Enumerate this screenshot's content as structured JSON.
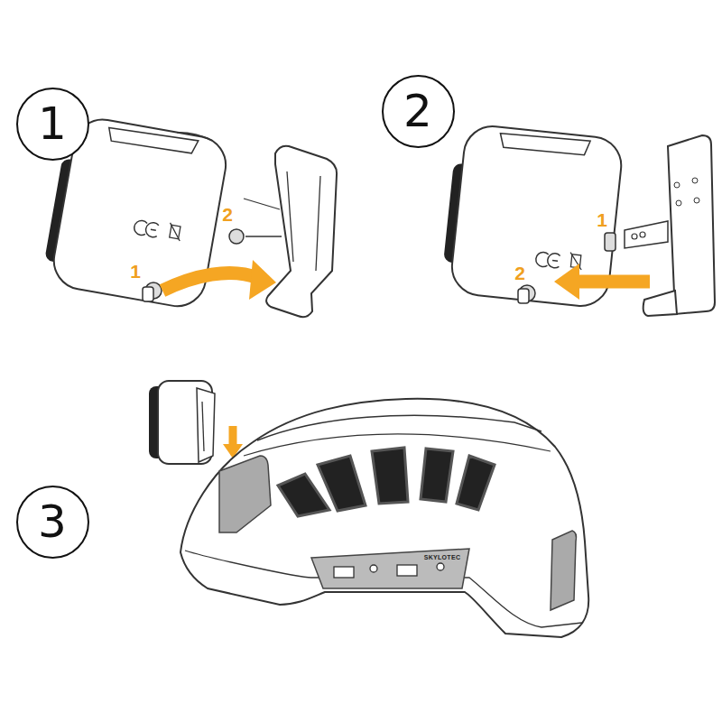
{
  "diagram": {
    "nodes": [
      {
        "text": [
          "1"
        ]
      },
      {
        "text": [
          "2"
        ]
      },
      {
        "text": [
          "3"
        ]
      }
    ],
    "labels": [
      "1",
      "2",
      "1",
      "2",
      "SKYLOTEC"
    ]
  }
}
